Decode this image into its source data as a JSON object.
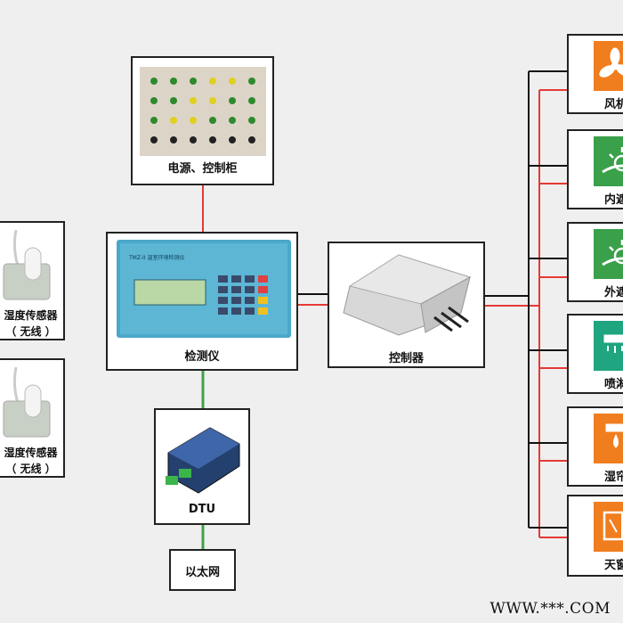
{
  "title": "",
  "nodes": {
    "power_cabinet": "电源、控制柜",
    "detector": "检测仪",
    "controller": "控制器",
    "dtu": "DTU",
    "ethernet": "以太网",
    "sensor_1": {
      "line1": "湿度传感器",
      "line2": "（ 无线 ）"
    },
    "sensor_2": {
      "line1": "湿度传感器",
      "line2": "（ 无线 ）"
    }
  },
  "devices": [
    {
      "label": "风机",
      "icon": "fan-icon"
    },
    {
      "label": "内遮",
      "icon": "sun-shade-icon"
    },
    {
      "label": "外遮",
      "icon": "sun-shade-icon"
    },
    {
      "label": "喷淋",
      "icon": "spray-icon"
    },
    {
      "label": "湿帘",
      "icon": "wet-curtain-icon"
    },
    {
      "label": "天窗",
      "icon": "window-icon"
    }
  ],
  "detector_panel_text": "TMZ-II 温室环境检测仪",
  "watermark": "WWW.***.COM",
  "colors": {
    "power_line": "#e53935",
    "network_line": "#43a047",
    "orange": "#f07d1e",
    "green": "#3aa04a",
    "teal": "#1fa57f"
  }
}
